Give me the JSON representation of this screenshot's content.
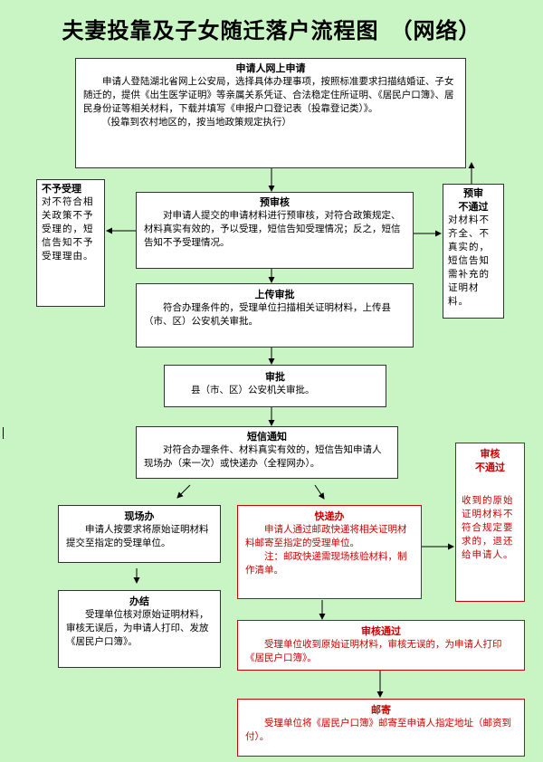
{
  "title": "夫妻投靠及子女随迁落户流程图　（网络）",
  "apply": {
    "title": "申请人网上申请",
    "body": "申请人登陆湖北省网上公安局，选择具体办理事项，按照标准要求扫描结婚证、子女随迁的，提供《出生医学证明》等亲属关系凭证、合法稳定住所证明、《居民户口簿》、居民身份证等相关材料，下载并填写《申报户口登记表（投靠登记类）》。",
    "note": "（投靠到农村地区的，按当地政策规定执行）"
  },
  "reject": {
    "title": "不予受理",
    "body": "对不符合相关政策不予受理的，短信告知不予受理理由。"
  },
  "precheck": {
    "title": "预审核",
    "body": "对申请人提交的申请材料进行预审核，对符合政策规定、材料真实有效的，予以受理，短信告知受理情况；反之，短信告知不予受理情况。"
  },
  "precheck_fail": {
    "title": "预审",
    "title2": "不通过",
    "body": "对材料不齐全、不真实的，短信告知需补充的证明材料。"
  },
  "upload": {
    "title": "上传审批",
    "body": "符合办理条件的，受理单位扫描相关证明材料，上传县（市、区）公安机关审批。"
  },
  "approve": {
    "title": "审批",
    "body": "县（市、区）公安机关审批。"
  },
  "sms": {
    "title": "短信通知",
    "body": "对符合办理条件、材料真实有效的，短信告知申请人现场办（来一次）或快递办（全程网办）。"
  },
  "audit_fail": {
    "title": "审核",
    "title2": "不通过",
    "body": "收到的原始证明材料不符合规定要求的，退还给申请人。"
  },
  "onsite": {
    "title": "现场办",
    "body": "申请人按要求将原始证明材料提交至指定的受理单位。"
  },
  "express": {
    "title": "快递办",
    "body": "申请人通过邮政快递将相关证明材料邮寄至指定的受理单位。",
    "note": "注：邮政快递需现场核验材料，制作清单。"
  },
  "finish": {
    "title": "办结",
    "body": "受理单位核对原始证明材料，审核无误后，为申请人打印、发放《居民户口簿》。"
  },
  "audit_pass": {
    "title": "审核通过",
    "body": "受理单位收到原始证明材料，审核无误的，为申请人打印《居民户口簿》。"
  },
  "mail": {
    "title": "邮寄",
    "body": "受理单位将《居民户口簿》邮寄至申请人指定地址（邮资到付）。"
  }
}
